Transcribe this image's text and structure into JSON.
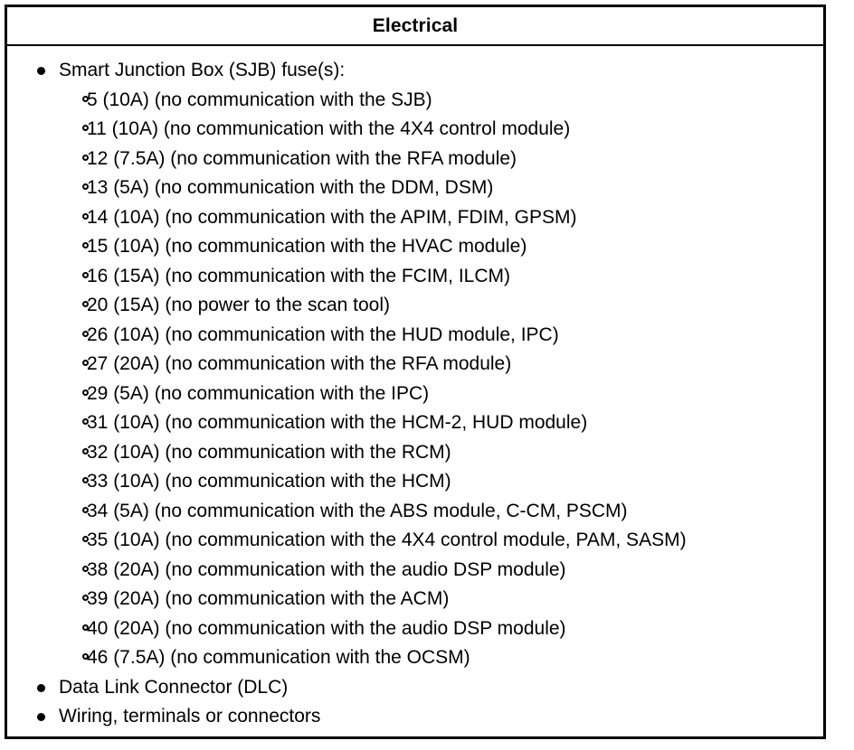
{
  "table": {
    "header": {
      "title": "Electrical"
    },
    "items": [
      {
        "label": "Smart Junction Box (SJB) fuse(s):",
        "bullet": "filled-disc-bullet-icon",
        "children": [
          {
            "bullet": "hollow-circle-bullet-icon",
            "label": "5 (10A) (no communication with the SJB)"
          },
          {
            "bullet": "hollow-circle-bullet-icon",
            "label": "11 (10A) (no communication with the 4X4 control module)"
          },
          {
            "bullet": "hollow-circle-bullet-icon",
            "label": "12 (7.5A) (no communication with the RFA module)"
          },
          {
            "bullet": "hollow-circle-bullet-icon",
            "label": "13 (5A) (no communication with the DDM, DSM)"
          },
          {
            "bullet": "hollow-circle-bullet-icon",
            "label": "14 (10A) (no communication with the APIM, FDIM, GPSM)"
          },
          {
            "bullet": "hollow-circle-bullet-icon",
            "label": "15 (10A) (no communication with the HVAC module)"
          },
          {
            "bullet": "hollow-circle-bullet-icon",
            "label": "16 (15A) (no communication with the FCIM, ILCM)"
          },
          {
            "bullet": "hollow-circle-bullet-icon",
            "label": "20 (15A) (no power to the scan tool)"
          },
          {
            "bullet": "hollow-circle-bullet-icon",
            "label": "26 (10A) (no communication with the HUD module, IPC)"
          },
          {
            "bullet": "hollow-circle-bullet-icon",
            "label": "27 (20A) (no communication with the RFA module)"
          },
          {
            "bullet": "hollow-circle-bullet-icon",
            "label": "29 (5A) (no communication with the IPC)"
          },
          {
            "bullet": "hollow-circle-bullet-icon",
            "label": "31 (10A) (no communication with the HCM-2, HUD module)"
          },
          {
            "bullet": "hollow-circle-bullet-icon",
            "label": "32 (10A) (no communication with the RCM)"
          },
          {
            "bullet": "hollow-circle-bullet-icon",
            "label": "33 (10A) (no communication with the HCM)"
          },
          {
            "bullet": "hollow-circle-bullet-icon",
            "label": "34 (5A) (no communication with the ABS module, C-CM, PSCM)"
          },
          {
            "bullet": "hollow-circle-bullet-icon",
            "label": "35 (10A) (no communication with the 4X4 control module, PAM, SASM)"
          },
          {
            "bullet": "hollow-circle-bullet-icon",
            "label": "38 (20A) (no communication with the audio DSP module)"
          },
          {
            "bullet": "hollow-circle-bullet-icon",
            "label": "39 (20A) (no communication with the ACM)"
          },
          {
            "bullet": "hollow-circle-bullet-icon",
            "label": "40 (20A) (no communication with the audio DSP module)"
          },
          {
            "bullet": "hollow-circle-bullet-icon",
            "label": "46 (7.5A) (no communication with the OCSM)"
          }
        ]
      },
      {
        "label": "Data Link Connector (DLC)",
        "bullet": "filled-disc-bullet-icon",
        "children": []
      },
      {
        "label": "Wiring, terminals or connectors",
        "bullet": "filled-disc-bullet-icon",
        "children": []
      }
    ]
  },
  "colors": {
    "border": "#000000",
    "text": "#000000",
    "background": "#ffffff"
  }
}
